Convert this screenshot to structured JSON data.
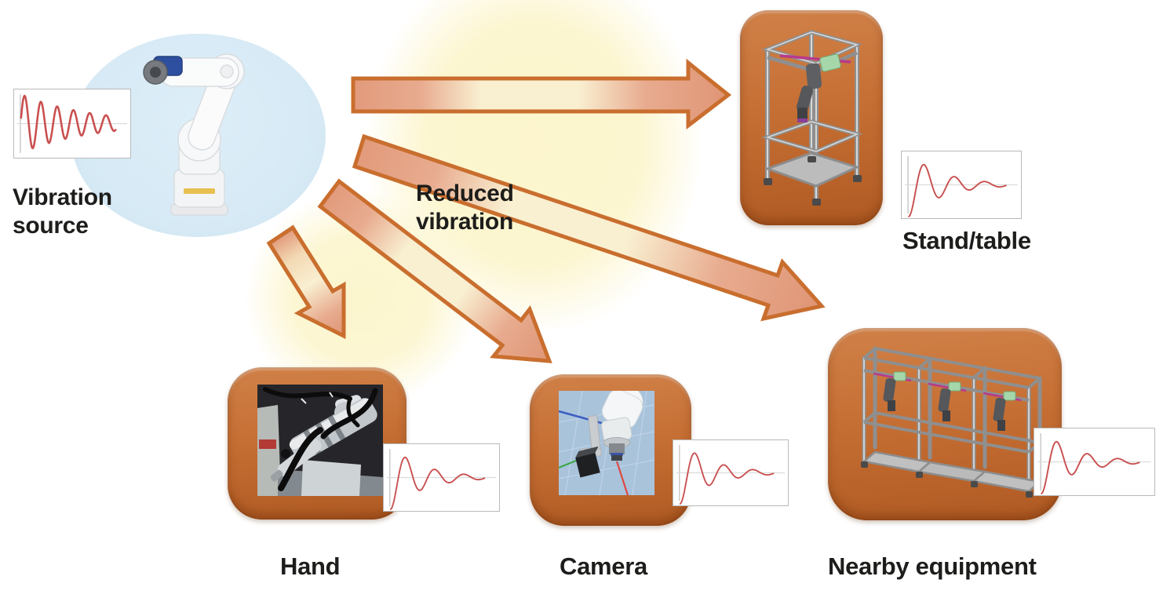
{
  "source": {
    "label": "Vibration source",
    "waveform_meaning": "large sustained damped vibration at the robot"
  },
  "flow": {
    "label": "Reduced vibration"
  },
  "targets": [
    {
      "id": "stand",
      "label": "Stand/table"
    },
    {
      "id": "hand",
      "label": "Hand"
    },
    {
      "id": "camera",
      "label": "Camera"
    },
    {
      "id": "nearby",
      "label": "Nearby equipment"
    }
  ],
  "arrows": [
    {
      "from": "Vibration source",
      "to": "Stand/table"
    },
    {
      "from": "Vibration source",
      "to": "Hand"
    },
    {
      "from": "Vibration source",
      "to": "Camera"
    },
    {
      "from": "Vibration source",
      "to": "Nearby equipment"
    }
  ],
  "waveforms": {
    "source": {
      "amplitude": 0.9,
      "decay": 1.4,
      "cycles": 5.8,
      "phase": 0.2,
      "stroke_width": 2.6,
      "color": "#c94f4f",
      "meaning": "strong vibration, slow decay"
    },
    "reduced": {
      "amplitude": 1.0,
      "decay": 2.9,
      "cycles": 3.2,
      "phase": -1.65,
      "stroke_width": 1.9,
      "color": "#c94f4f",
      "meaning": "vibration quickly damped"
    }
  },
  "colors": {
    "arrow_outline": "#c96e2e",
    "arrow_fill_warm": "#e7a98e",
    "arrow_fill_light": "#f9efd1",
    "box_orange_top": "#d08148",
    "box_orange_bottom": "#af5a23",
    "source_ellipse_blue": "#d7eaf5",
    "glow_yellow": "#fcf5cc",
    "wave_red": "#c94f4f",
    "text": "#1d1d1b"
  }
}
